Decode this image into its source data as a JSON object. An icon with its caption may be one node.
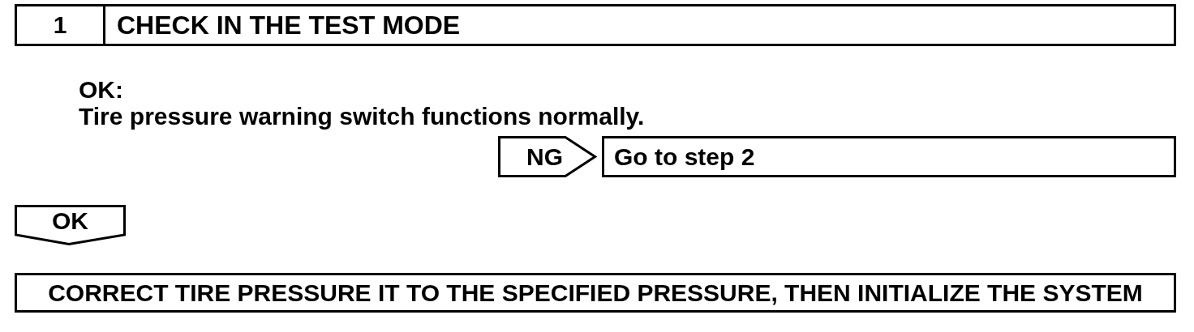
{
  "diagram": {
    "nodes": [
      {
        "text": [
          "1",
          "CHECK IN THE TEST MODE"
        ]
      },
      {
        "text": [
          "NG"
        ]
      },
      {
        "text": [
          "Go to step 2"
        ]
      },
      {
        "text": [
          "OK"
        ]
      },
      {
        "text": [
          "CORRECT TIRE PRESSURE IT TO THE SPECIFIED PRESSURE, THEN INITIALIZE THE SYSTEM"
        ]
      }
    ],
    "labels": [
      "OK:",
      "Tire pressure warning switch functions normally."
    ]
  }
}
